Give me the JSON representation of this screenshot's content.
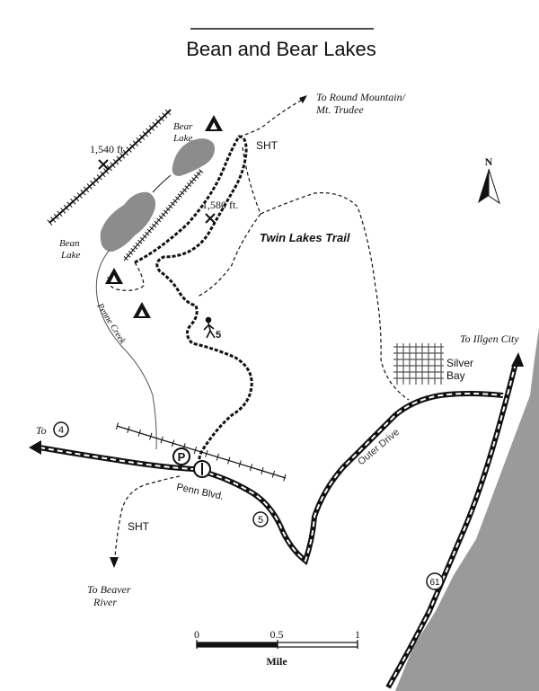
{
  "title": "Bean and Bear Lakes",
  "labels": {
    "to_round_mountain_1": "To Round Mountain/",
    "to_round_mountain_2": "Mt. Trudee",
    "sht_top": "SHT",
    "bear_lake_1": "Bear",
    "bear_lake_2": "Lake",
    "elev_1540": "1,540 ft.",
    "elev_1580": "1,580 ft.",
    "twin_lakes_trail": "Twin Lakes Trail",
    "bean_lake_1": "Bean",
    "bean_lake_2": "Lake",
    "penne_creek": "Penne Creek",
    "hike_number": "5",
    "to_illgen_city": "To Illgen City",
    "silver_bay_1": "Silver",
    "silver_bay_2": "Bay",
    "outer_drive": "Outer Drive",
    "to_prefix": "To",
    "hwy_4": "4",
    "parking": "P",
    "penn_blvd": "Penn Blvd.",
    "hwy_5": "5",
    "sht_bottom": "SHT",
    "to_beaver_river_1": "To Beaver",
    "to_beaver_river_2": "River",
    "hwy_61": "61",
    "north": "N"
  },
  "scale_bar": {
    "ticks": [
      "0",
      "0.5",
      "1"
    ],
    "unit": "Mile"
  },
  "colors": {
    "ink": "#111111",
    "lake": "#8c8c8c",
    "water": "#9a9a9a",
    "paper": "#ffffff"
  }
}
